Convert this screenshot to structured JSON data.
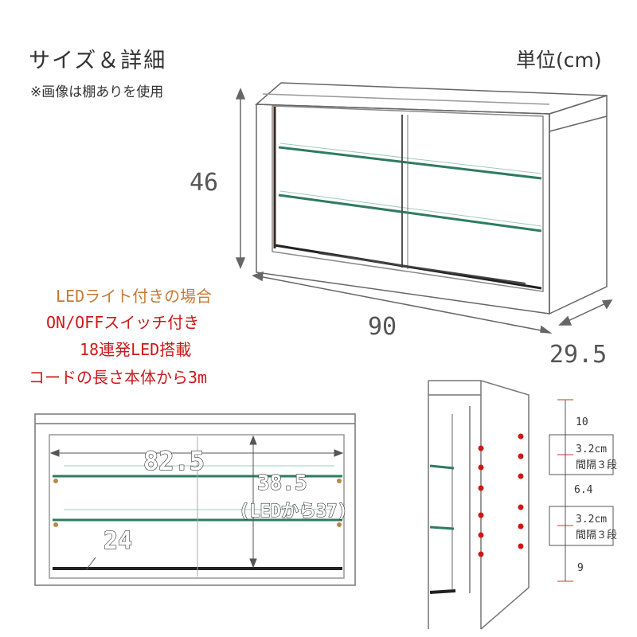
{
  "title": "サイズ＆詳細",
  "unit": "単位(cm)",
  "note": "※画像は棚ありを使用",
  "dimensions": {
    "height": "46",
    "width": "90",
    "depth": "29.5"
  },
  "features": [
    "LEDライト付きの場合",
    "ON/OFFスイッチ付き",
    "18連発LED搭載",
    "コードの長さ本体から3m"
  ],
  "interior": {
    "inner_width": "82.5",
    "inner_height": "38.5",
    "led_height": "(LEDから37)",
    "inner_depth": "24"
  },
  "shelf_spacing": {
    "top": "10",
    "upper_pitch": "3.2cm",
    "upper_steps": "間隔３段",
    "middle": "6.4",
    "lower_pitch": "3.2cm",
    "lower_steps": "間隔３段",
    "bottom": "9"
  },
  "colors": {
    "line": "#555555",
    "glass": "#3a8a70",
    "accent_orange": "#c77a35",
    "accent_red": "#cc1a1a",
    "hole_red": "#d21414"
  }
}
